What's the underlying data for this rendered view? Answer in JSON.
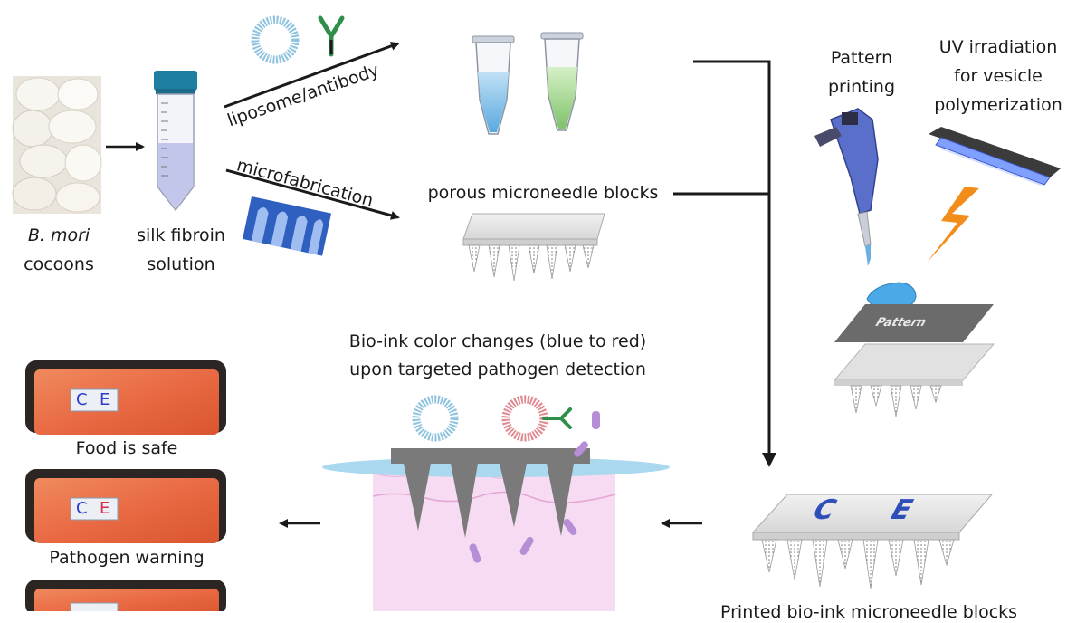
{
  "labels": {
    "species": "B. mori",
    "cocoons": "cocoons",
    "silk_line1": "silk fibroin",
    "silk_line2": "solution",
    "liposome_antibody": "liposome/antibody",
    "microfabrication": "microfabrication",
    "porous_blocks": "porous microneedle blocks",
    "pattern_line1": "Pattern",
    "pattern_line2": "printing",
    "uv_line1": "UV irradiation",
    "uv_line2": "for vesicle",
    "uv_line3": "polymerization",
    "pattern_plate_text": "Pattern",
    "bioink_line1": "Bio-ink color changes (blue to red)",
    "bioink_line2": "upon targeted pathogen detection",
    "food_safe": "Food is safe",
    "pathogen_warning": "Pathogen warning",
    "printed_blocks": "Printed bio-ink microneedle blocks"
  },
  "indicators": {
    "control_letter": "C",
    "experimental_letter": "E"
  },
  "colors": {
    "blue_ink": "#2b3bd1",
    "red_ink": "#d8304a",
    "liposome_blue": "#8fc3df",
    "liposome_red": "#e08a92",
    "salmon": "#e96a44",
    "tray": "#2b2523",
    "skin": "#f6dbf2",
    "fluid": "#a9d8ef",
    "uv_orange": "#f28c1b",
    "needle_gray": "#8a8a8a"
  }
}
